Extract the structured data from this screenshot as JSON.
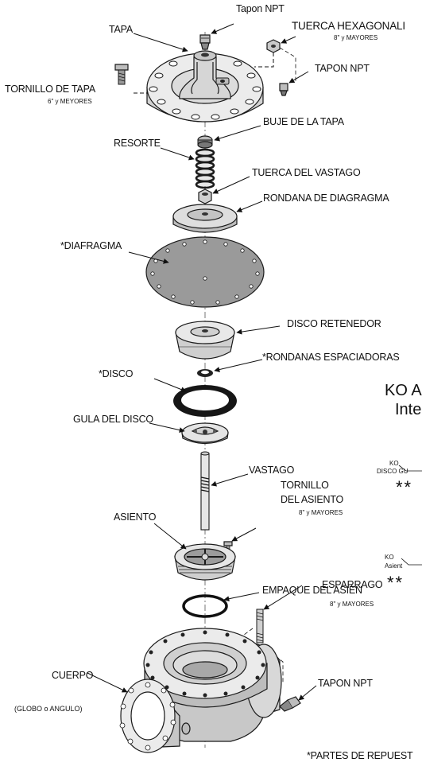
{
  "labels": {
    "tapon_npt_top": "Tapon NPT",
    "tapa": "TAPA",
    "tuerca_hexagonal": "TUERCA HEXAGONALI",
    "tuerca_hexagonal_note": "8\" y MAYORES",
    "tapon_npt_cover": "TAPON NPT",
    "tornillo_tapa": "TORNILLO DE TAPA",
    "tornillo_tapa_note": "6\" y MEYORES",
    "buje_tapa": "BUJE DE LA TAPA",
    "resorte": "RESORTE",
    "tuerca_vastago": "TUERCA DEL VASTAGO",
    "rondana_diagragma": "RONDANA DE DIAGRAGMA",
    "diafragma": "*DIAFRAGMA",
    "disco_retenedor": "DISCO RETENEDOR",
    "rondanas_espaciadoras": "*RONDANAS ESPACIADORAS",
    "disco": "*DISCO",
    "gula_disco": "GULA DEL DISCO",
    "vastago": "VASTAGO",
    "tornillo_asiento_1": "TORNILLO",
    "tornillo_asiento_2": "DEL ASIENTO",
    "tornillo_asiento_note": "8\" y MAYORES",
    "asiento": "ASIENTO",
    "empaque_asiento": "EMPAQUE DEL ASIEN",
    "esparrago": "ESPARRAGO",
    "esparrago_note": "8\" y MAYORES",
    "cuerpo": "CUERPO",
    "cuerpo_note": "(GLOBO o ANGULO)",
    "tapon_npt_body": "TAPON NPT",
    "partes_repuesto": "*PARTES DE REPUEST"
  },
  "side_panel": {
    "kit_title_1": "KO A",
    "kit_title_2": "Inte",
    "kit_disco_1": "KO",
    "kit_disco_2": "DISCO GU",
    "stars_1": "**",
    "kit_asiento_1": "KO",
    "kit_asiento_2": "Asient",
    "stars_2": "**"
  }
}
